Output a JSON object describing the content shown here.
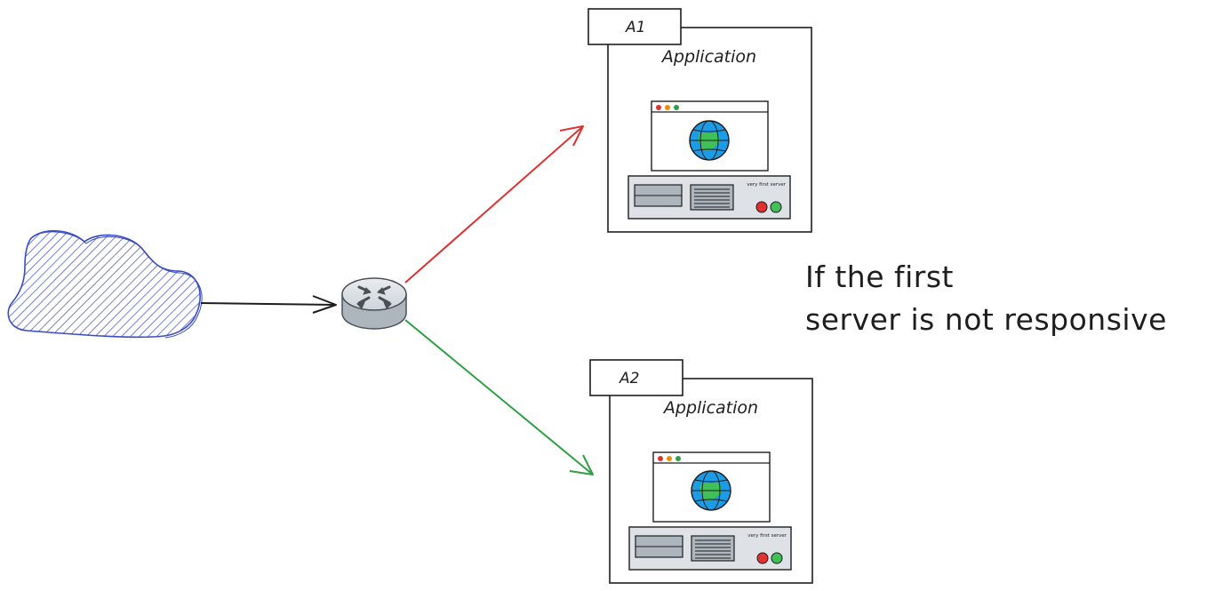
{
  "servers": [
    {
      "id": "A1",
      "label": "A1",
      "title": "Application",
      "server_caption": "very first server"
    },
    {
      "id": "A2",
      "label": "A2",
      "title": "Application",
      "server_caption": "very first server"
    }
  ],
  "note": {
    "line1": "If the first",
    "line2": "server is not responsive"
  },
  "colors": {
    "cloud": "#3b4cc0",
    "arrow_in": "#1e1e1e",
    "arrow_red": "#e03131",
    "arrow_green": "#2f9e44",
    "globe": "#1c9be6",
    "server_body": "#dee2e6"
  }
}
